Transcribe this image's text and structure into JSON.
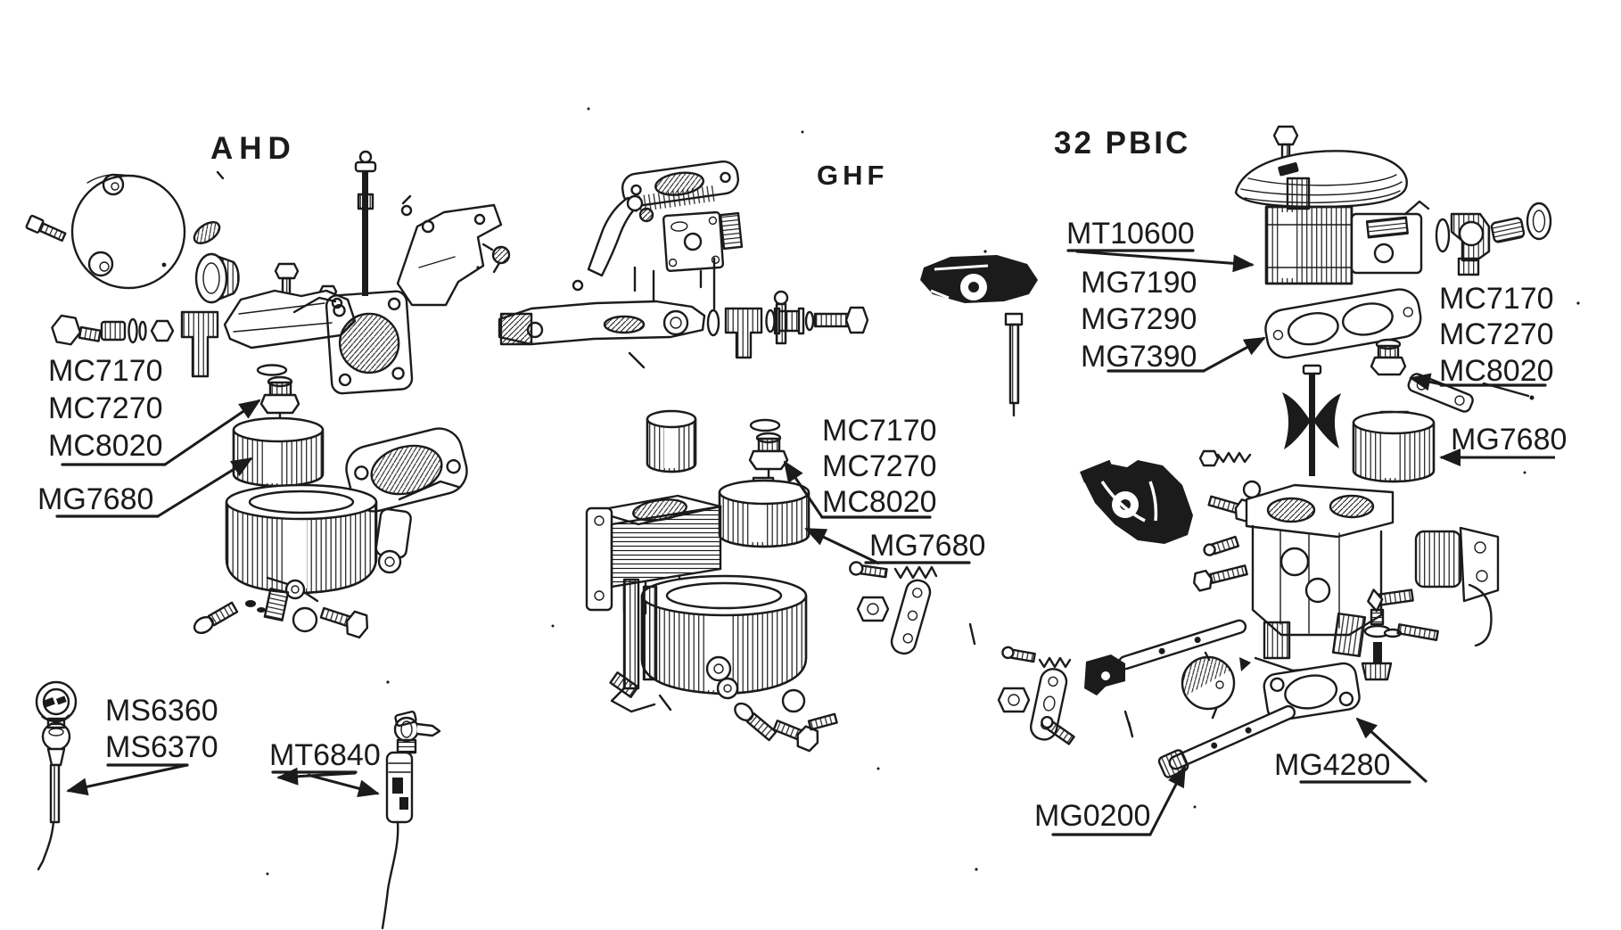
{
  "diagram": {
    "sections": [
      {
        "title": "AHD",
        "parts": [
          "MC7170",
          "MC7270",
          "MC8020",
          "MG7680"
        ]
      },
      {
        "title": "GHF",
        "parts": [
          "MC7170",
          "MC7270",
          "MC8020",
          "MG7680"
        ]
      },
      {
        "title": "32 PBIC",
        "parts": [
          "MT10600",
          "MG7190",
          "MG7290",
          "MG7390",
          "MC7170",
          "MC7270",
          "MC8020",
          "MG7680",
          "MG4280",
          "MG0200"
        ]
      }
    ],
    "cable_parts": [
      "MS6360",
      "MS6370",
      "MT6840"
    ]
  }
}
